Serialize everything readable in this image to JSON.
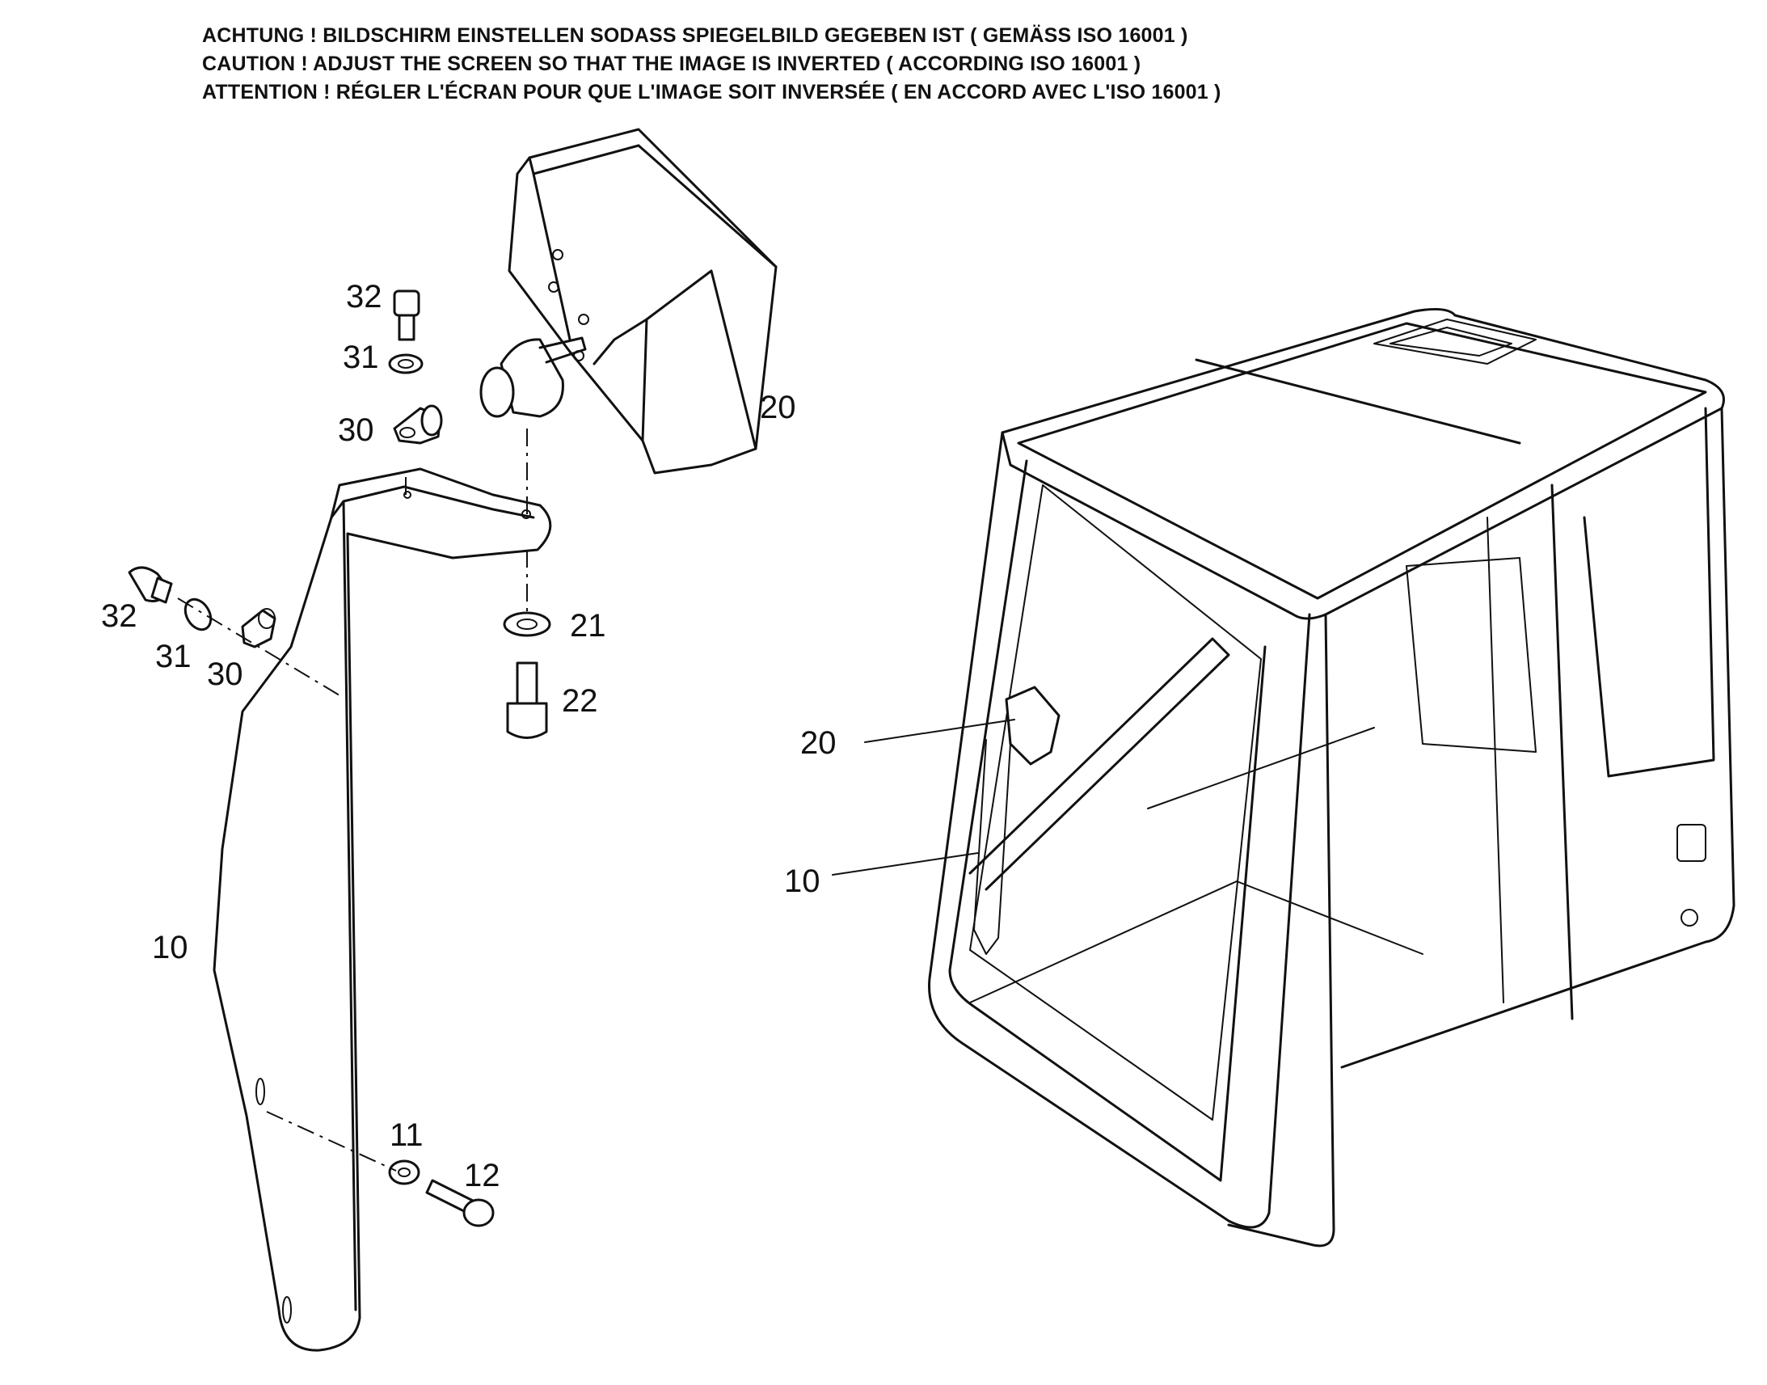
{
  "caution": {
    "de": "ACHTUNG ! BILDSCHIRM EINSTELLEN SODASS SPIEGELBILD GEGEBEN IST ( GEMÄSS ISO 16001 )",
    "en": "CAUTION ! ADJUST THE SCREEN SO THAT THE IMAGE IS INVERTED ( ACCORDING ISO 16001 )",
    "fr": "ATTENTION ! RÉGLER L'ÉCRAN POUR QUE L'IMAGE SOIT INVERSÉE ( EN ACCORD AVEC L'ISO 16001 )"
  },
  "parts": {
    "p10": "10",
    "p11": "11",
    "p12": "12",
    "p20": "20",
    "p21": "21",
    "p22": "22",
    "p30": "30",
    "p31": "31",
    "p32": "32"
  }
}
